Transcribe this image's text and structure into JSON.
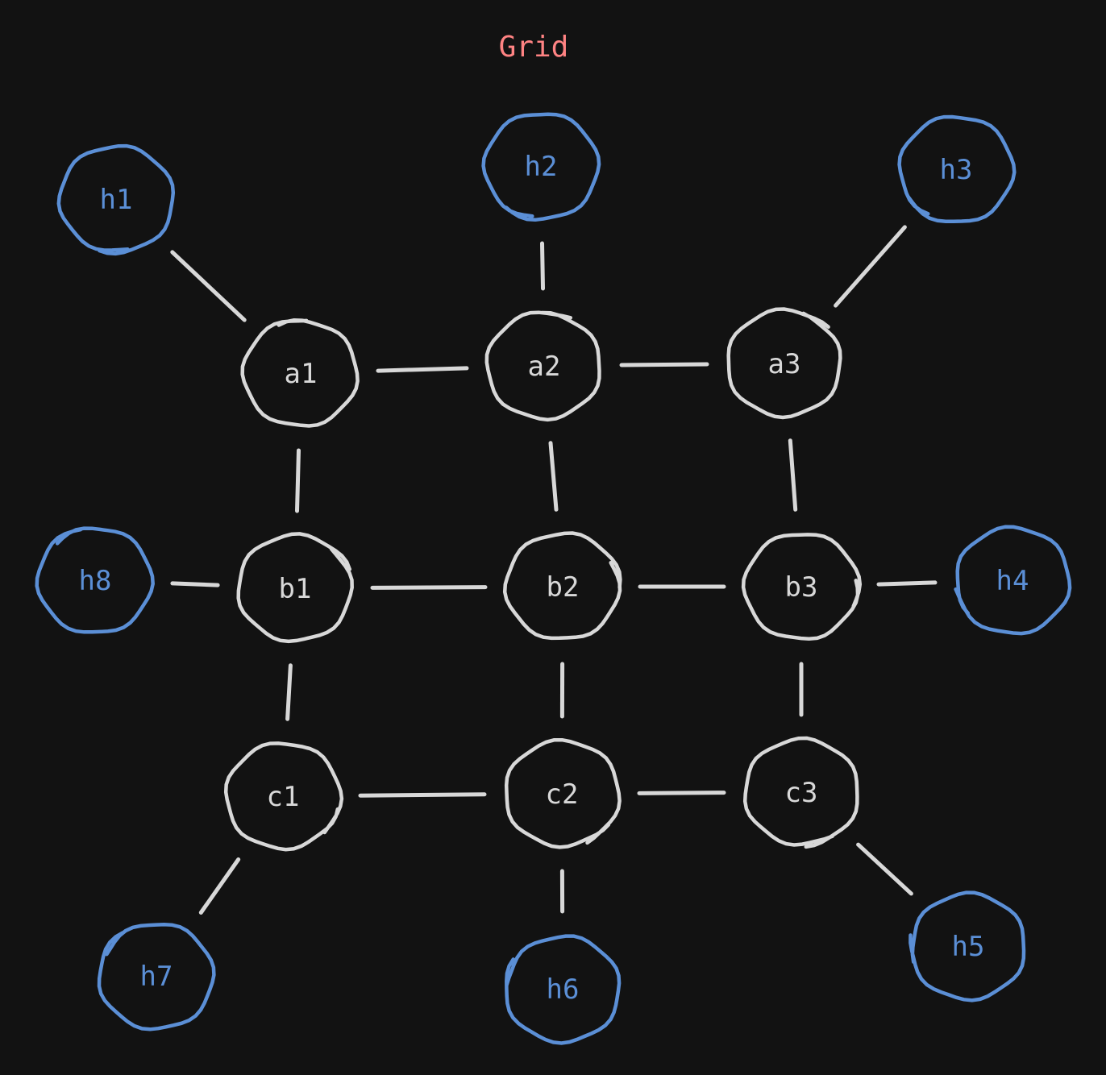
{
  "title": "Grid",
  "colors": {
    "background": "#121212",
    "title": "#ff8383",
    "grid_node": "#d8d8d8",
    "hub_node": "#5b8fd6",
    "edge": "#d8d8d8"
  },
  "nodes": [
    {
      "id": "a1",
      "label": "a1",
      "kind": "grid"
    },
    {
      "id": "a2",
      "label": "a2",
      "kind": "grid"
    },
    {
      "id": "a3",
      "label": "a3",
      "kind": "grid"
    },
    {
      "id": "b1",
      "label": "b1",
      "kind": "grid"
    },
    {
      "id": "b2",
      "label": "b2",
      "kind": "grid"
    },
    {
      "id": "b3",
      "label": "b3",
      "kind": "grid"
    },
    {
      "id": "c1",
      "label": "c1",
      "kind": "grid"
    },
    {
      "id": "c2",
      "label": "c2",
      "kind": "grid"
    },
    {
      "id": "c3",
      "label": "c3",
      "kind": "grid"
    },
    {
      "id": "h1",
      "label": "h1",
      "kind": "hub"
    },
    {
      "id": "h2",
      "label": "h2",
      "kind": "hub"
    },
    {
      "id": "h3",
      "label": "h3",
      "kind": "hub"
    },
    {
      "id": "h4",
      "label": "h4",
      "kind": "hub"
    },
    {
      "id": "h5",
      "label": "h5",
      "kind": "hub"
    },
    {
      "id": "h6",
      "label": "h6",
      "kind": "hub"
    },
    {
      "id": "h7",
      "label": "h7",
      "kind": "hub"
    },
    {
      "id": "h8",
      "label": "h8",
      "kind": "hub"
    }
  ],
  "edges": [
    {
      "from": "a1",
      "to": "a2"
    },
    {
      "from": "a2",
      "to": "a3"
    },
    {
      "from": "b1",
      "to": "b2"
    },
    {
      "from": "b2",
      "to": "b3"
    },
    {
      "from": "c1",
      "to": "c2"
    },
    {
      "from": "c2",
      "to": "c3"
    },
    {
      "from": "a1",
      "to": "b1"
    },
    {
      "from": "b1",
      "to": "c1"
    },
    {
      "from": "a2",
      "to": "b2"
    },
    {
      "from": "b2",
      "to": "c2"
    },
    {
      "from": "a3",
      "to": "b3"
    },
    {
      "from": "b3",
      "to": "c3"
    },
    {
      "from": "h1",
      "to": "a1"
    },
    {
      "from": "h2",
      "to": "a2"
    },
    {
      "from": "h3",
      "to": "a3"
    },
    {
      "from": "h4",
      "to": "b3"
    },
    {
      "from": "h5",
      "to": "c3"
    },
    {
      "from": "h6",
      "to": "c2"
    },
    {
      "from": "h7",
      "to": "c1"
    },
    {
      "from": "h8",
      "to": "b1"
    }
  ]
}
